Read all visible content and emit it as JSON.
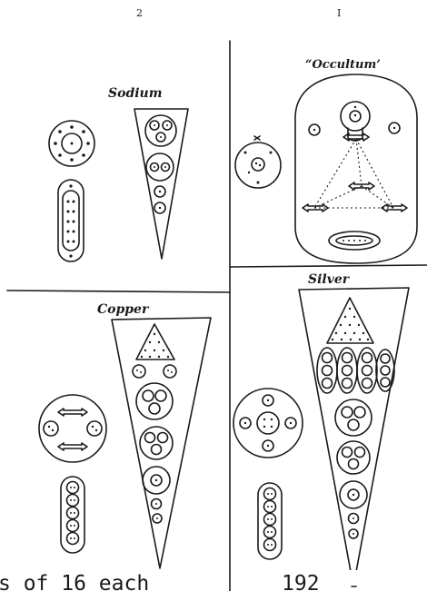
{
  "page_numbers": {
    "left": "2",
    "right": "I"
  },
  "panels": {
    "sodium": {
      "title": "Sodium"
    },
    "occultum": {
      "title": "“Occultum’"
    },
    "copper": {
      "title": "Copper"
    },
    "silver": {
      "title": "Silver"
    }
  },
  "caption": {
    "left": "s of 16 each",
    "right": "192"
  }
}
